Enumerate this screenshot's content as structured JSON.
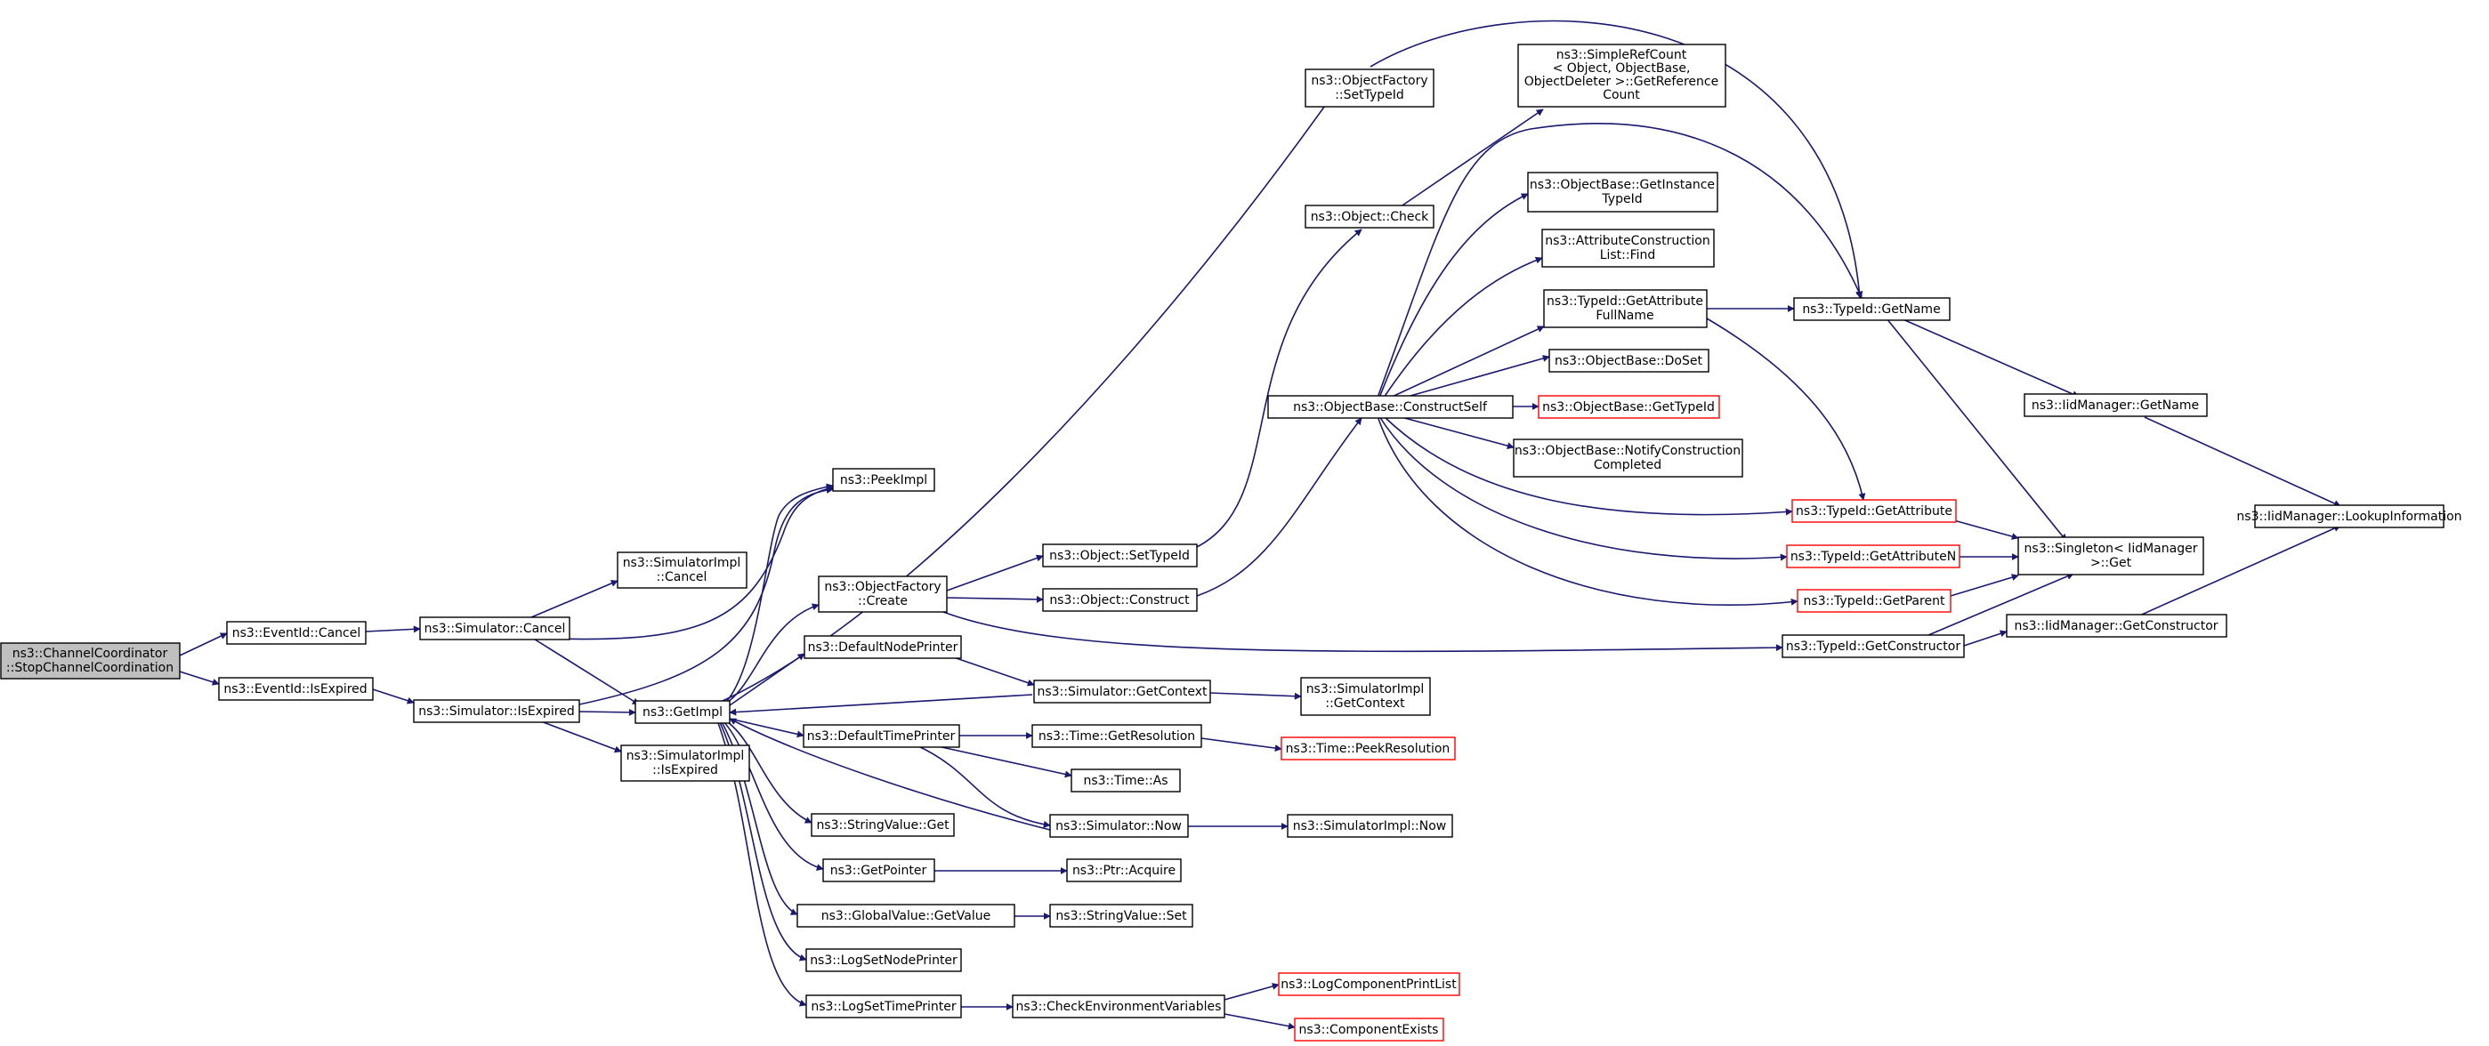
{
  "colors": {
    "edge": "#191970",
    "node_border": "#000000",
    "truncated_border": "#ff0000",
    "root_fill": "#bfbfbf"
  },
  "nodes": {
    "root": [
      "ns3::ChannelCoordinator",
      "::StopChannelCoordination"
    ],
    "eventid_cancel": [
      "ns3::EventId::Cancel"
    ],
    "eventid_isexpired": [
      "ns3::EventId::IsExpired"
    ],
    "sim_cancel": [
      "ns3::Simulator::Cancel"
    ],
    "sim_isexpired": [
      "ns3::Simulator::IsExpired"
    ],
    "simimpl_cancel": [
      "ns3::SimulatorImpl",
      "::Cancel"
    ],
    "simimpl_isexpired": [
      "ns3::SimulatorImpl",
      "::IsExpired"
    ],
    "getimpl": [
      "ns3::GetImpl"
    ],
    "peekimpl": [
      "ns3::PeekImpl"
    ],
    "objfactory_create": [
      "ns3::ObjectFactory",
      "::Create"
    ],
    "default_node_printer": [
      "ns3::DefaultNodePrinter"
    ],
    "default_time_printer": [
      "ns3::DefaultTimePrinter"
    ],
    "stringvalue_get": [
      "ns3::StringValue::Get"
    ],
    "getpointer": [
      "ns3::GetPointer"
    ],
    "globalvalue_getvalue": [
      "ns3::GlobalValue::GetValue"
    ],
    "logsetnodeprinter": [
      "ns3::LogSetNodePrinter"
    ],
    "logsettimeprinter": [
      "ns3::LogSetTimePrinter"
    ],
    "objfactory_settypeid": [
      "ns3::ObjectFactory",
      "::SetTypeId"
    ],
    "object_check": [
      "ns3::Object::Check"
    ],
    "object_settypeid": [
      "ns3::Object::SetTypeId"
    ],
    "object_construct": [
      "ns3::Object::Construct"
    ],
    "sim_getcontext": [
      "ns3::Simulator::GetContext"
    ],
    "time_getresolution": [
      "ns3::Time::GetResolution"
    ],
    "time_as": [
      "ns3::Time::As"
    ],
    "sim_now": [
      "ns3::Simulator::Now"
    ],
    "ptr_acquire": [
      "ns3::Ptr::Acquire"
    ],
    "stringvalue_set": [
      "ns3::StringValue::Set"
    ],
    "check_env_vars": [
      "ns3::CheckEnvironmentVariables"
    ],
    "simpleref": [
      "ns3::SimpleRefCount",
      "< Object, ObjectBase,",
      "ObjectDeleter >::GetReference",
      "Count"
    ],
    "ob_getinstancetypeid": [
      "ns3::ObjectBase::GetInstance",
      "TypeId"
    ],
    "attr_construction_find": [
      "ns3::AttributeConstruction",
      "List::Find"
    ],
    "typeid_getattributefullname": [
      "ns3::TypeId::GetAttribute",
      "FullName"
    ],
    "ob_doset": [
      "ns3::ObjectBase::DoSet"
    ],
    "ob_constructself": [
      "ns3::ObjectBase::ConstructSelf"
    ],
    "ob_gettypeid": [
      "ns3::ObjectBase::GetTypeId"
    ],
    "ob_notifyconstruction": [
      "ns3::ObjectBase::NotifyConstruction",
      "Completed"
    ],
    "simimpl_getcontext": [
      "ns3::SimulatorImpl",
      "::GetContext"
    ],
    "time_peekresolution": [
      "ns3::Time::PeekResolution"
    ],
    "simimpl_now": [
      "ns3::SimulatorImpl::Now"
    ],
    "logcomponentprintlist": [
      "ns3::LogComponentPrintList"
    ],
    "componentexists": [
      "ns3::ComponentExists"
    ],
    "typeid_getname": [
      "ns3::TypeId::GetName"
    ],
    "typeid_getattribute": [
      "ns3::TypeId::GetAttribute"
    ],
    "typeid_getattributen": [
      "ns3::TypeId::GetAttributeN"
    ],
    "typeid_getparent": [
      "ns3::TypeId::GetParent"
    ],
    "typeid_getconstructor": [
      "ns3::TypeId::GetConstructor"
    ],
    "iidmanager_getname": [
      "ns3::IidManager::GetName"
    ],
    "singleton_get": [
      "ns3::Singleton< IidManager",
      ">::Get"
    ],
    "iidmanager_getconstructor": [
      "ns3::IidManager::GetConstructor"
    ],
    "iidmanager_lookupinformation": [
      "ns3::IidManager::LookupInformation"
    ]
  }
}
